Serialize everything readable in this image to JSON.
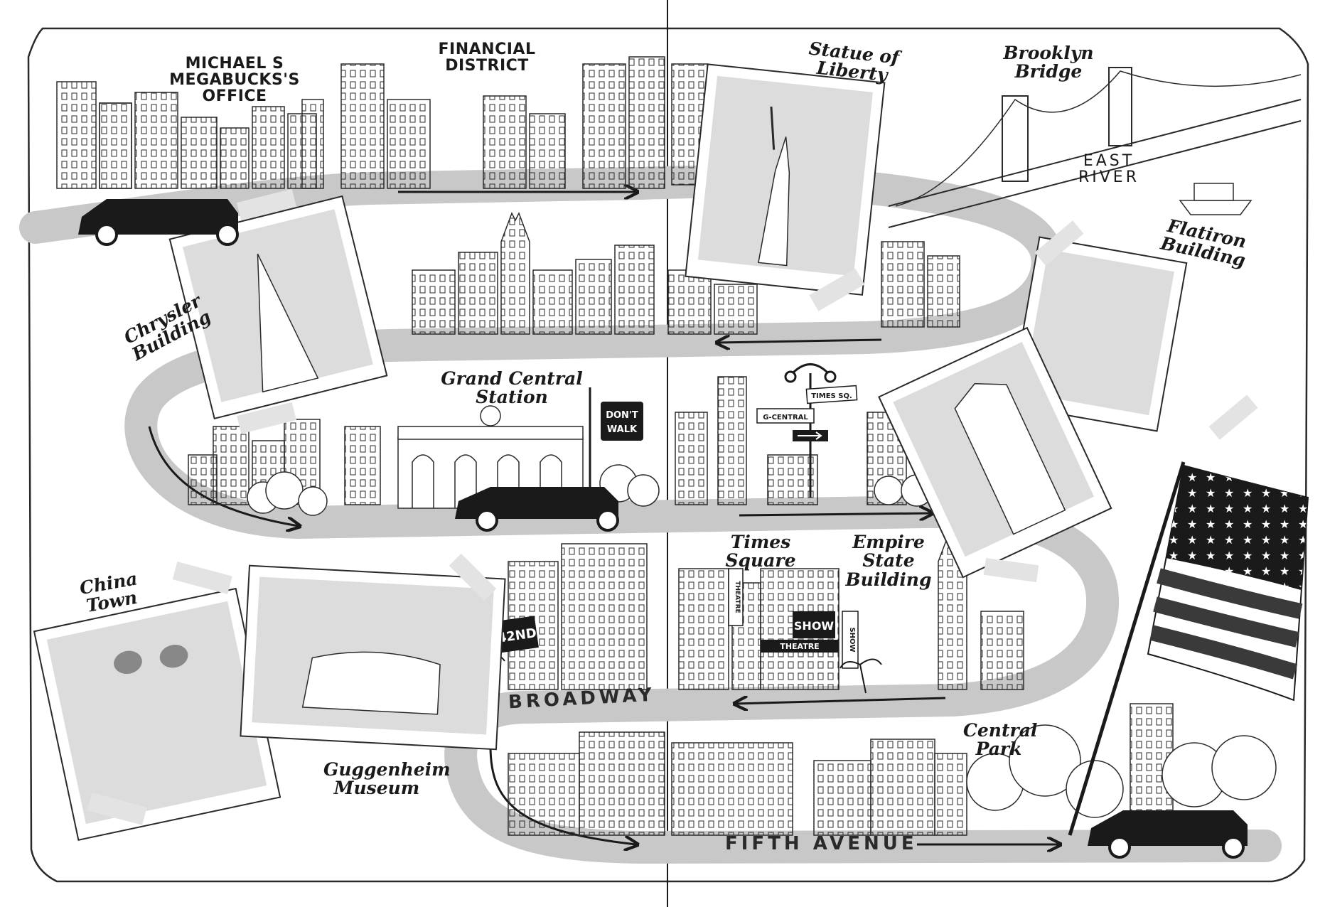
{
  "landmarks": [
    {
      "id": "megabucks-office",
      "name": "MICHAEL S MEGABUCKS'S\nOFFICE"
    },
    {
      "id": "financial-district",
      "name": "FINANCIAL\nDISTRICT"
    },
    {
      "id": "statue-of-liberty",
      "name": "Statue of Liberty"
    },
    {
      "id": "brooklyn-bridge",
      "name": "Brooklyn\nBridge"
    },
    {
      "id": "east-river",
      "name": "EAST\nRIVER"
    },
    {
      "id": "flatiron-building",
      "name": "Flatiron Building"
    },
    {
      "id": "chrysler-building",
      "name": "Chrysler\nBuilding"
    },
    {
      "id": "grand-central-station",
      "name": "Grand Central Station"
    },
    {
      "id": "times-square",
      "name": "Times Square"
    },
    {
      "id": "empire-state-building",
      "name": "Empire State\nBuilding"
    },
    {
      "id": "china-town",
      "name": "China Town"
    },
    {
      "id": "guggenheim-museum",
      "name": "Guggenheim\nMuseum"
    },
    {
      "id": "central-park",
      "name": "Central\nPark"
    }
  ],
  "roads": {
    "broadway": "BROADWAY",
    "fifth_avenue": "FIFTH AVENUE"
  },
  "signs": {
    "dont_walk_line1": "DON'T",
    "dont_walk_line2": "WALK",
    "times_sq": "TIMES SQ.",
    "g_central": "G-CENTRAL",
    "forty_second": "42ND",
    "show": "SHOW",
    "theatre": "THEATRE",
    "show_vertical": "SHOW",
    "theatre_vertical": "THEATRE"
  },
  "colors": {
    "road": "#c8c8c8",
    "ink": "#1a1a1a",
    "background": "#ffffff",
    "photo_fill": "#dcdcdc",
    "tape": "#e3e3e3"
  },
  "icons": [
    "limousine-icon",
    "american-flag-icon",
    "ferry-boat-icon",
    "street-lamp-icon",
    "palm-tree-icon",
    "lantern-icon"
  ]
}
